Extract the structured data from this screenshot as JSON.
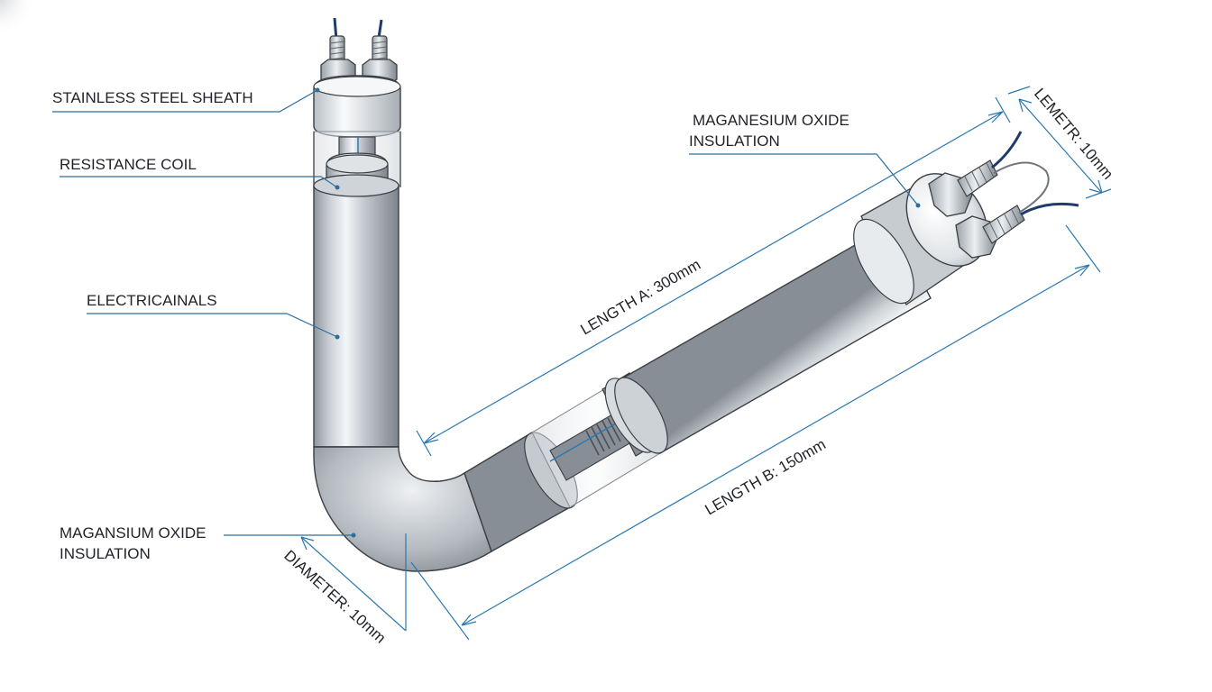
{
  "labels": {
    "stainless_steel_sheath": "STAINLESS STEEL SHEATH",
    "resistance_coil": "RESISTANCE COIL",
    "electrical_terminals": "ELECTRICAINALS",
    "insulation_left_line1": "MAGANSIUM OXIDE",
    "insulation_left_line2": "INSULATION",
    "insulation_right_line1": "MAGANESIUM OXIDE",
    "insulation_right_line2": "INSULATION"
  },
  "dimensions": {
    "length_a": "LENGTH A: 300mm",
    "length_b": "LENGTH B: 150mm",
    "diameter": "DIAMETER: 10mm",
    "lemetr": "LEMETR: 10mm"
  },
  "colors": {
    "leader_line": "#2b6f9c",
    "dimension_line": "#2a78b0",
    "metal_light": "#f2f4f6",
    "metal_dark": "#8b9299",
    "outline": "#3a3f44"
  }
}
